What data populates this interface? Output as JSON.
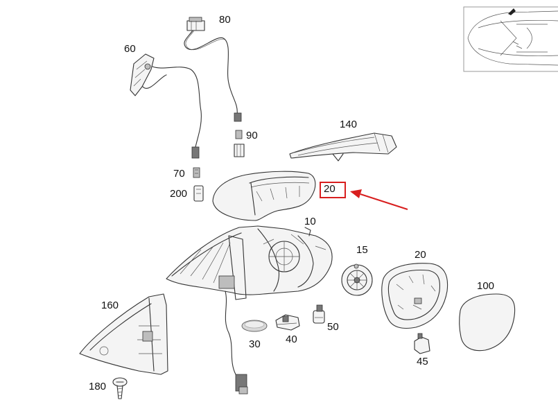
{
  "diagram": {
    "callouts": [
      {
        "id": "80",
        "label": "80"
      },
      {
        "id": "60",
        "label": "60"
      },
      {
        "id": "90",
        "label": "90"
      },
      {
        "id": "140",
        "label": "140"
      },
      {
        "id": "70",
        "label": "70"
      },
      {
        "id": "200",
        "label": "200"
      },
      {
        "id": "20-cover",
        "label": "20"
      },
      {
        "id": "10",
        "label": "10"
      },
      {
        "id": "15",
        "label": "15"
      },
      {
        "id": "20-frame",
        "label": "20"
      },
      {
        "id": "100",
        "label": "100"
      },
      {
        "id": "160",
        "label": "160"
      },
      {
        "id": "30",
        "label": "30"
      },
      {
        "id": "40",
        "label": "40"
      },
      {
        "id": "50",
        "label": "50"
      },
      {
        "id": "45",
        "label": "45"
      },
      {
        "id": "180",
        "label": "180"
      }
    ],
    "highlight_color": "#d81e1e",
    "highlighted_callout": "20-cover"
  }
}
